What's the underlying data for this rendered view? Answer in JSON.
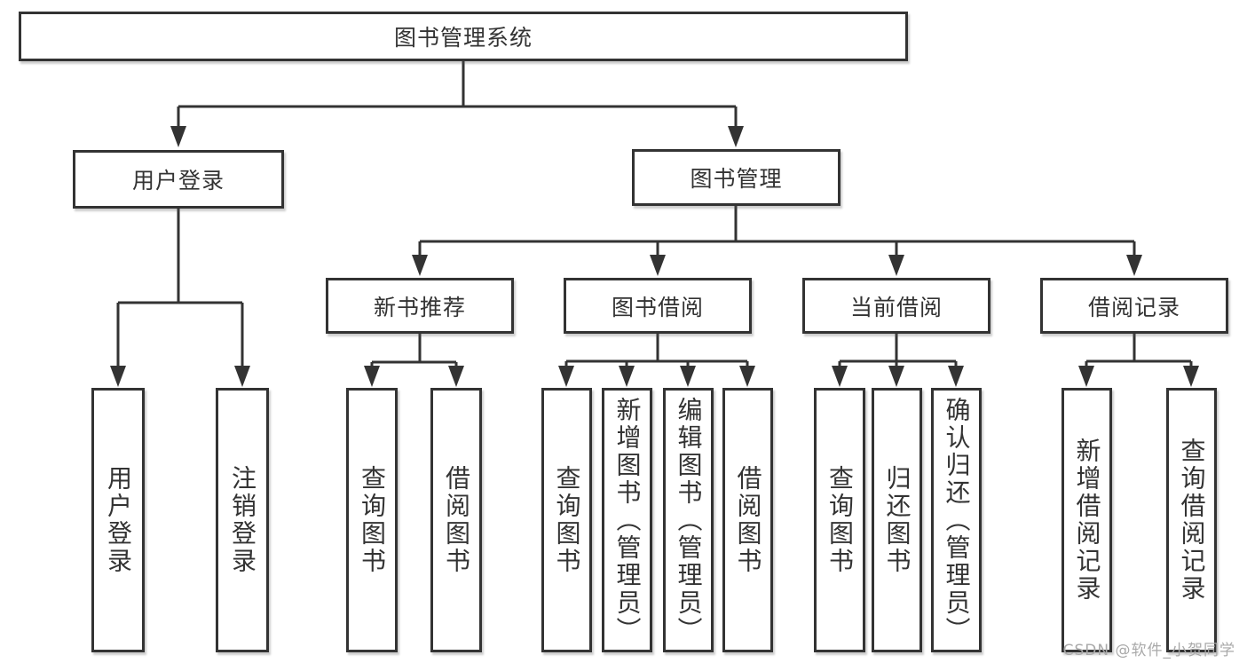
{
  "diagram": {
    "root": {
      "label": "图书管理系统"
    },
    "branches": [
      {
        "label": "用户登录",
        "children": [
          {
            "label": "用户登录"
          },
          {
            "label": "注销登录"
          }
        ]
      },
      {
        "label": "图书管理",
        "children": [
          {
            "label": "新书推荐",
            "children": [
              {
                "label": "查询图书"
              },
              {
                "label": "借阅图书"
              }
            ]
          },
          {
            "label": "图书借阅",
            "children": [
              {
                "label": "查询图书"
              },
              {
                "label": "新增图书（管理员）"
              },
              {
                "label": "编辑图书（管理员）"
              },
              {
                "label": "借阅图书"
              }
            ]
          },
          {
            "label": "当前借阅",
            "children": [
              {
                "label": "查询图书"
              },
              {
                "label": "归还图书"
              },
              {
                "label": "确认归还（管理员）"
              }
            ]
          },
          {
            "label": "借阅记录",
            "children": [
              {
                "label": "新增借阅记录"
              },
              {
                "label": "查询借阅记录"
              }
            ]
          }
        ]
      }
    ]
  },
  "watermark": {
    "text": "CSDN @软件_小贺同学"
  },
  "colors": {
    "line": "#333333",
    "box_border": "#333333",
    "text": "#333333",
    "watermark_text": "#a9a9a9",
    "background": "#ffffff"
  }
}
